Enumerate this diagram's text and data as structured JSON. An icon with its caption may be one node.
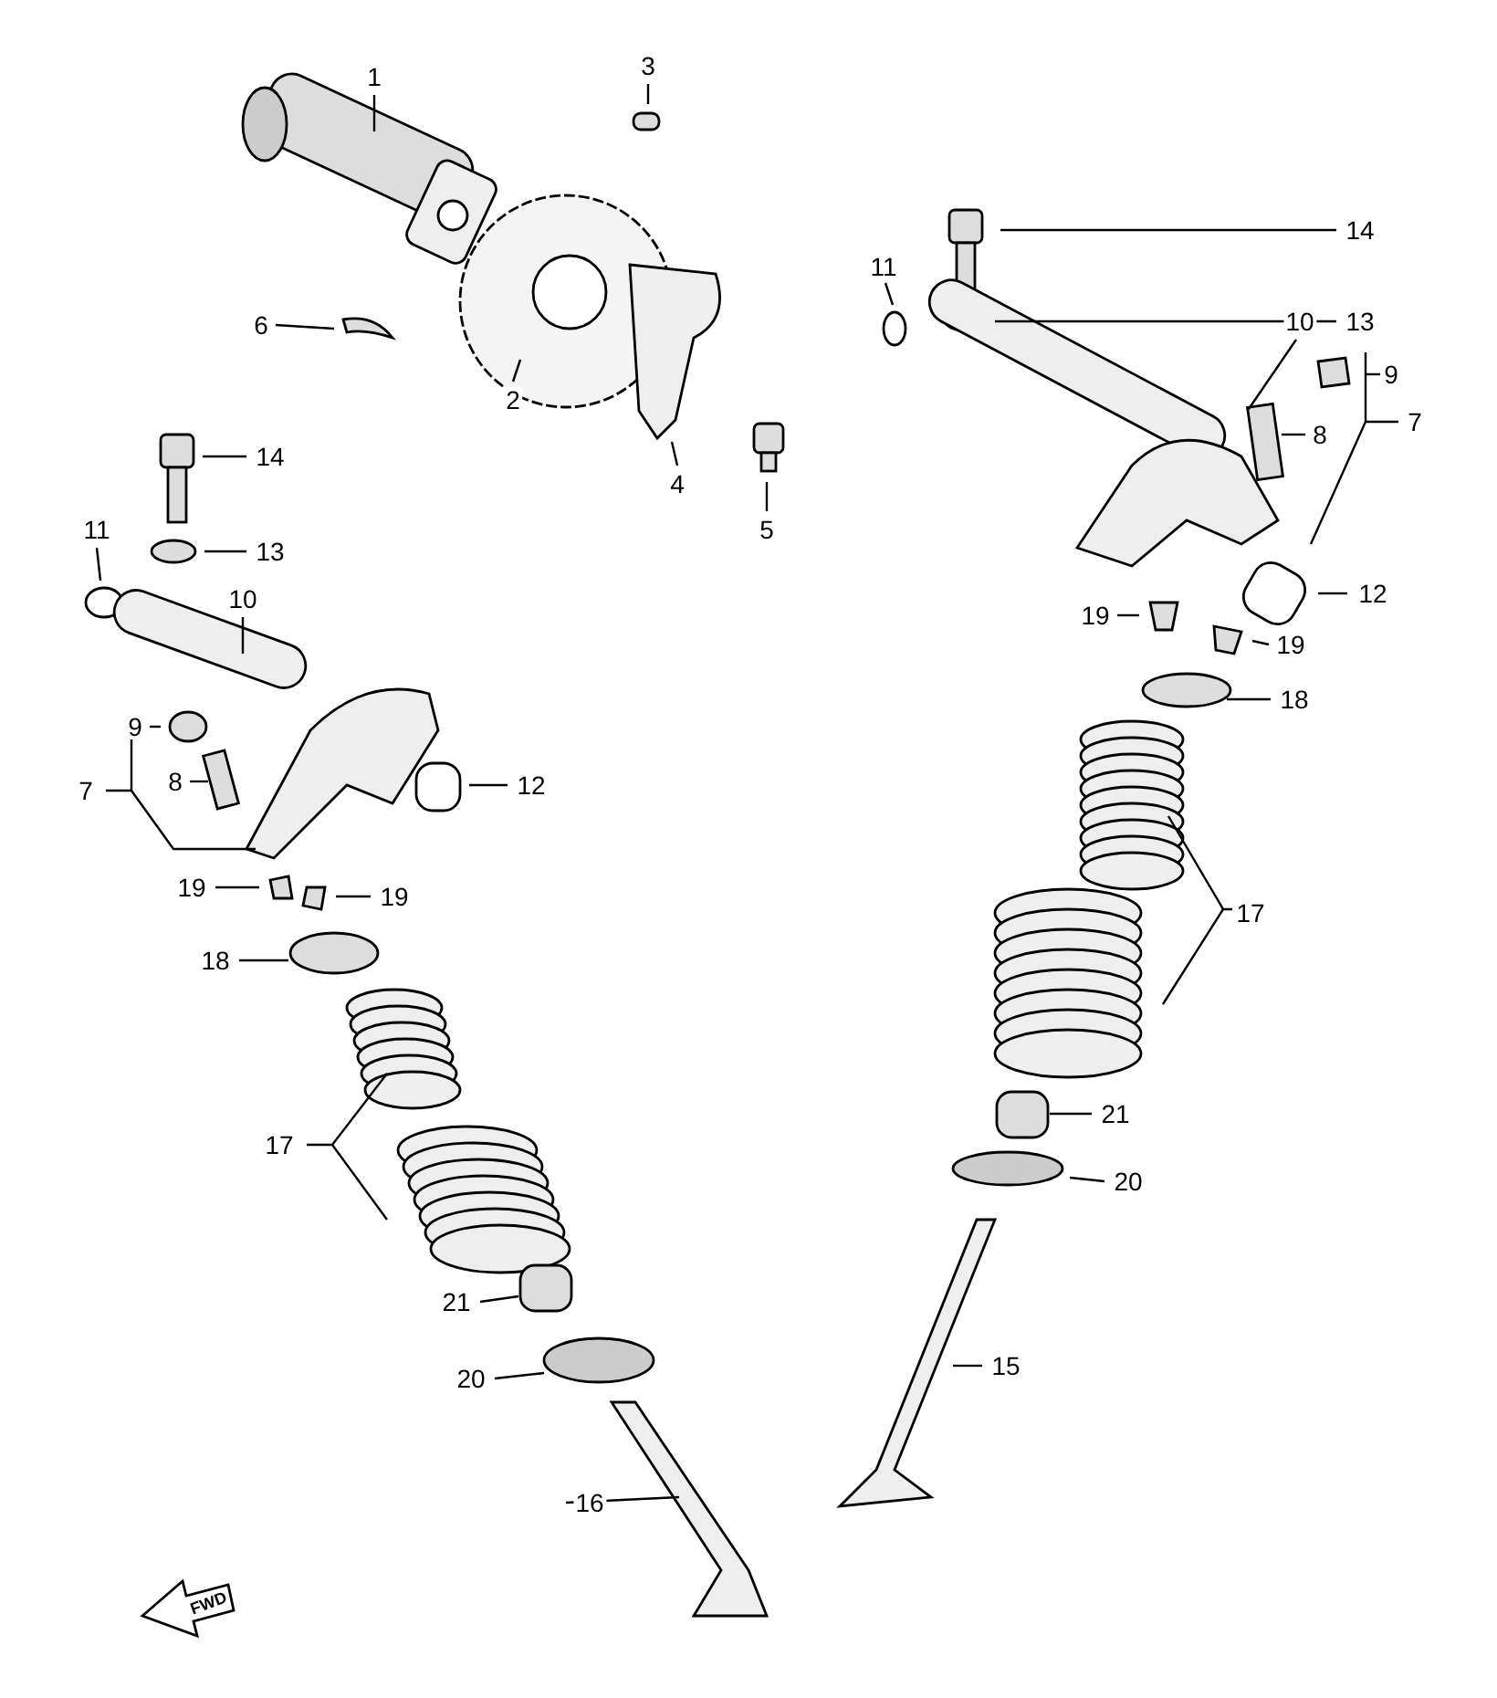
{
  "diagram": {
    "nodes": [
      {
        "text": [
          "1"
        ]
      },
      {
        "text": [
          "3"
        ]
      },
      {
        "text": [
          "14"
        ]
      },
      {
        "text": [
          "11"
        ]
      },
      {
        "text": [
          "13"
        ]
      },
      {
        "text": [
          "6"
        ]
      },
      {
        "text": [
          "10"
        ]
      },
      {
        "text": [
          "9"
        ]
      },
      {
        "text": [
          "8"
        ]
      },
      {
        "text": [
          "7"
        ]
      },
      {
        "text": [
          "2"
        ]
      },
      {
        "text": [
          "14"
        ]
      },
      {
        "text": [
          "4"
        ]
      },
      {
        "text": [
          "5"
        ]
      },
      {
        "text": [
          "11"
        ]
      },
      {
        "text": [
          "13"
        ]
      },
      {
        "text": [
          "10"
        ]
      },
      {
        "text": [
          "12"
        ]
      },
      {
        "text": [
          "19"
        ]
      },
      {
        "text": [
          "19"
        ]
      },
      {
        "text": [
          "18"
        ]
      },
      {
        "text": [
          "9"
        ]
      },
      {
        "text": [
          "7"
        ]
      },
      {
        "text": [
          "8"
        ]
      },
      {
        "text": [
          "12"
        ]
      },
      {
        "text": [
          "19"
        ]
      },
      {
        "text": [
          "19"
        ]
      },
      {
        "text": [
          "17"
        ]
      },
      {
        "text": [
          "18"
        ]
      },
      {
        "text": [
          "21"
        ]
      },
      {
        "text": [
          "17"
        ]
      },
      {
        "text": [
          "20"
        ]
      },
      {
        "text": [
          "21"
        ]
      },
      {
        "text": [
          "20"
        ]
      },
      {
        "text": [
          "15"
        ]
      },
      {
        "text": [
          "16"
        ]
      }
    ],
    "edges": [
      {
        "from": 0,
        "to": null,
        "arrow": "none"
      },
      {
        "from": 1,
        "to": null,
        "arrow": "none"
      },
      {
        "from": 2,
        "to": null,
        "arrow": "none"
      },
      {
        "from": 3,
        "to": null,
        "arrow": "none"
      },
      {
        "from": 4,
        "to": null,
        "arrow": "none"
      },
      {
        "from": 5,
        "to": null,
        "arrow": "none"
      },
      {
        "from": 6,
        "to": null,
        "arrow": "none"
      },
      {
        "from": 7,
        "to": null,
        "arrow": "none"
      },
      {
        "from": 8,
        "to": null,
        "arrow": "none"
      },
      {
        "from": 9,
        "to": null,
        "arrow": "none"
      },
      {
        "from": 10,
        "to": null,
        "arrow": "none"
      },
      {
        "from": 11,
        "to": null,
        "arrow": "none"
      },
      {
        "from": 12,
        "to": null,
        "arrow": "none"
      },
      {
        "from": 13,
        "to": null,
        "arrow": "none"
      },
      {
        "from": 14,
        "to": null,
        "arrow": "none"
      },
      {
        "from": 15,
        "to": null,
        "arrow": "none"
      },
      {
        "from": 16,
        "to": null,
        "arrow": "none"
      },
      {
        "from": 17,
        "to": null,
        "arrow": "none"
      },
      {
        "from": 18,
        "to": null,
        "arrow": "none"
      },
      {
        "from": 19,
        "to": null,
        "arrow": "none"
      },
      {
        "from": 20,
        "to": null,
        "arrow": "none"
      },
      {
        "from": 21,
        "to": null,
        "arrow": "none"
      },
      {
        "from": 22,
        "to": null,
        "arrow": "none"
      },
      {
        "from": 23,
        "to": null,
        "arrow": "none"
      },
      {
        "from": 24,
        "to": null,
        "arrow": "none"
      },
      {
        "from": 25,
        "to": null,
        "arrow": "none"
      },
      {
        "from": 26,
        "to": null,
        "arrow": "none"
      },
      {
        "from": 27,
        "to": null,
        "arrow": "none"
      },
      {
        "from": 28,
        "to": null,
        "arrow": "none"
      },
      {
        "from": 29,
        "to": null,
        "arrow": "none"
      },
      {
        "from": 30,
        "to": null,
        "arrow": "none"
      },
      {
        "from": 31,
        "to": null,
        "arrow": "none"
      },
      {
        "from": 32,
        "to": null,
        "arrow": "none"
      },
      {
        "from": 33,
        "to": null,
        "arrow": "none"
      },
      {
        "from": 34,
        "to": null,
        "arrow": "none"
      },
      {
        "from": 35,
        "to": null,
        "arrow": "none"
      }
    ],
    "labels": [
      "FWD"
    ]
  }
}
